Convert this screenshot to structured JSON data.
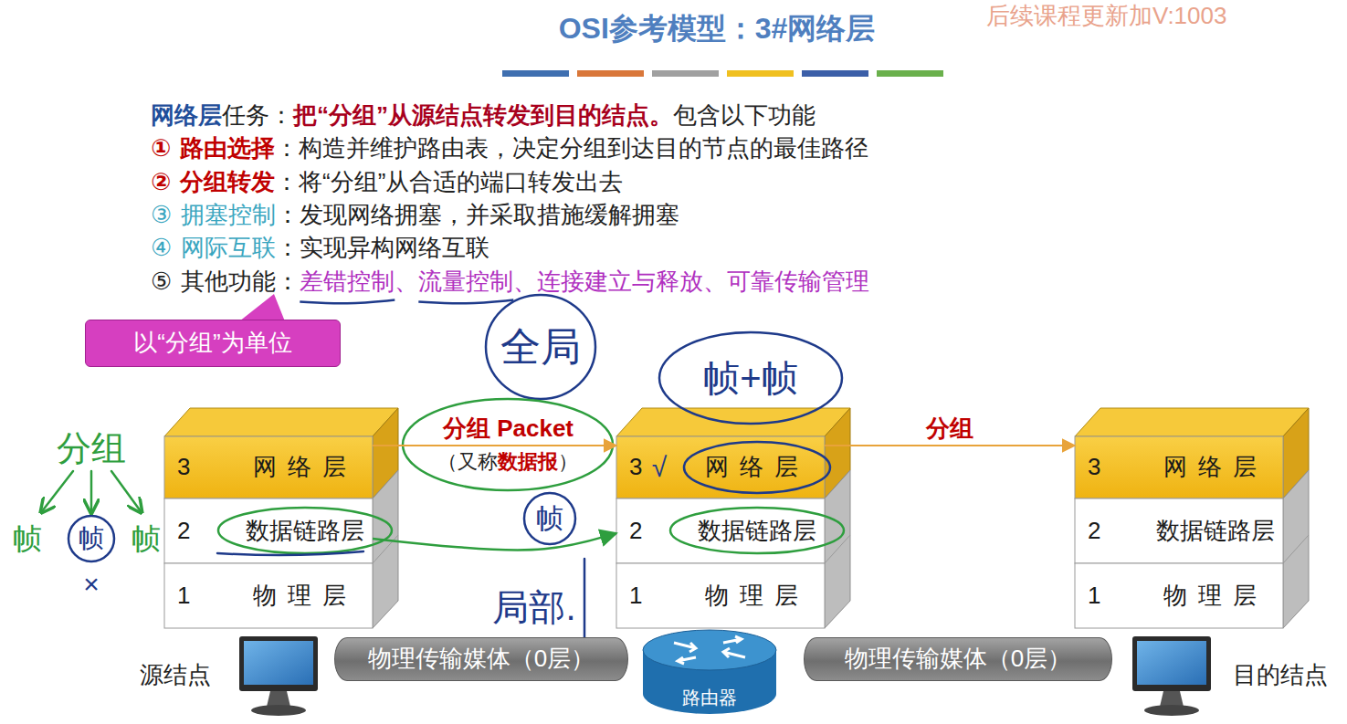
{
  "diagram": {
    "title": "OSI参考模型：3#网络层",
    "nodes": [
      {
        "text": [
          "3",
          "网络层"
        ]
      },
      {
        "text": [
          "2",
          "数据链路层"
        ]
      },
      {
        "text": [
          "1",
          "物理层"
        ]
      },
      {
        "text": [
          "3",
          "网络层"
        ]
      },
      {
        "text": [
          "2",
          "数据链路层"
        ]
      },
      {
        "text": [
          "1",
          "物理层"
        ]
      },
      {
        "text": [
          "3",
          "网络层"
        ]
      },
      {
        "text": [
          "2",
          "数据链路层"
        ]
      },
      {
        "text": [
          "1",
          "物理层"
        ]
      },
      {
        "text": [
          "以“分组”为单位"
        ]
      },
      {
        "text": [
          "物理传输媒体（0层）"
        ]
      },
      {
        "text": [
          "路由器"
        ]
      },
      {
        "text": [
          "物理传输媒体（0层）"
        ]
      }
    ],
    "edges": [
      {
        "from": 0,
        "to": 3,
        "arrow": "to",
        "label": "分组 Packet"
      },
      {
        "from": 3,
        "to": 6,
        "arrow": "to",
        "label": "分组"
      },
      {
        "from": 1,
        "to": 4,
        "arrow": "to"
      }
    ],
    "labels": [
      "后续课程更新加V:1003",
      "网络层",
      "任务：",
      "把“分组”从源结点转发到目的结点。",
      "包含以下功能",
      "①",
      "路由选择",
      "：构造并维护路由表，决定分组到达目的节点的最佳路径",
      "②",
      "分组转发",
      "：将“分组”从合适的端口转发出去",
      "③",
      "拥塞控制",
      "：发现网络拥塞，并采取措施缓解拥塞",
      "④",
      "网际互联",
      "：实现异构网络互联",
      "⑤",
      "其他功能：",
      "差错控制、流量控制、连接建立与释放、可靠传输管理",
      "（又称",
      "数据报",
      "）",
      "源结点",
      "目的结点",
      "全局",
      "帧+帧",
      "帧",
      "局部.",
      "分组",
      "帧",
      "帧",
      "帧",
      "×",
      "√"
    ]
  }
}
